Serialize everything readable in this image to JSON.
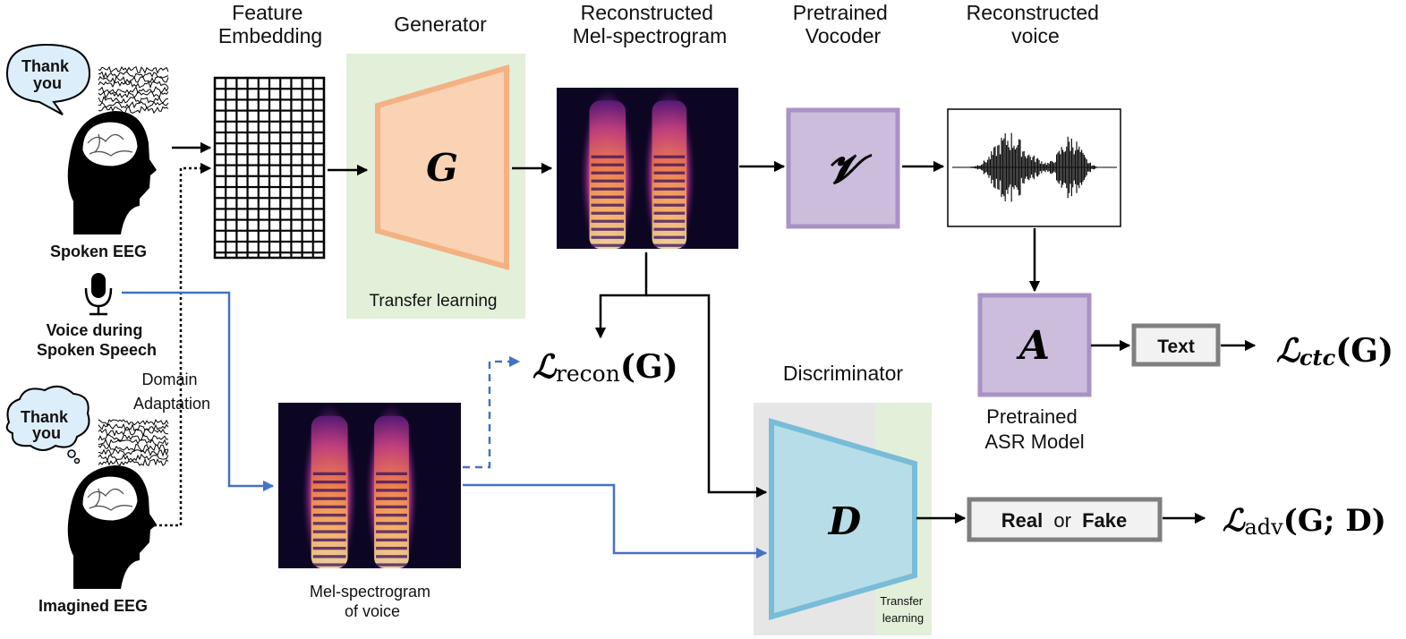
{
  "headers": {
    "feature_embedding": [
      "Feature",
      "Embedding"
    ],
    "generator": "Generator",
    "reconstructed_mel": [
      "Reconstructed",
      "Mel-spectrogram"
    ],
    "pretrained_vocoder": [
      "Pretrained",
      "Vocoder"
    ],
    "reconstructed_voice": [
      "Reconstructed",
      "voice"
    ],
    "discriminator": "Discriminator"
  },
  "left_panel": {
    "bubble_spoken": [
      "Thank",
      "you"
    ],
    "bubble_imagined": [
      "Thank",
      "you"
    ],
    "spoken_eeg": "Spoken EEG",
    "voice_during": [
      "Voice during",
      "Spoken Speech"
    ],
    "domain_adaptation": [
      "Domain",
      "Adaptation"
    ],
    "imagined_eeg": "Imagined EEG"
  },
  "modules": {
    "generator_symbol": "G",
    "vocoder_symbol": "𝓥",
    "asr_symbol": "A",
    "discriminator_symbol": "D",
    "transfer_learning_gen": "Transfer learning",
    "transfer_learning_disc": [
      "Transfer",
      "learning"
    ]
  },
  "outputs": {
    "mel_of_voice": [
      "Mel-spectrogram",
      "of voice"
    ],
    "pretrained_asr": [
      "Pretrained",
      "ASR Model"
    ],
    "text_box": "Text",
    "real_word": "Real",
    "or_word": "or",
    "fake_word": "Fake"
  },
  "losses": {
    "recon_script": "ℒ",
    "recon_sub": "recon",
    "recon_arg": "(G)",
    "ctc_script": "ℒ",
    "ctc_sub": "ctc",
    "ctc_arg": "(G)",
    "adv_script": "ℒ",
    "adv_sub": "adv",
    "adv_arg": "(G; D)"
  },
  "colors": {
    "generator_fill": "#f9d3b4",
    "generator_stroke": "#f4b183",
    "transfer_bg": "#e2efd9",
    "purple_fill": "#cbbddb",
    "purple_stroke": "#a992c6",
    "disc_fill": "#b7dde8",
    "disc_stroke": "#78bcd8",
    "disc_bg": "#e6e6e6",
    "blue_arrow": "#4472c4",
    "spectrogram_bg": "#0d0622"
  }
}
